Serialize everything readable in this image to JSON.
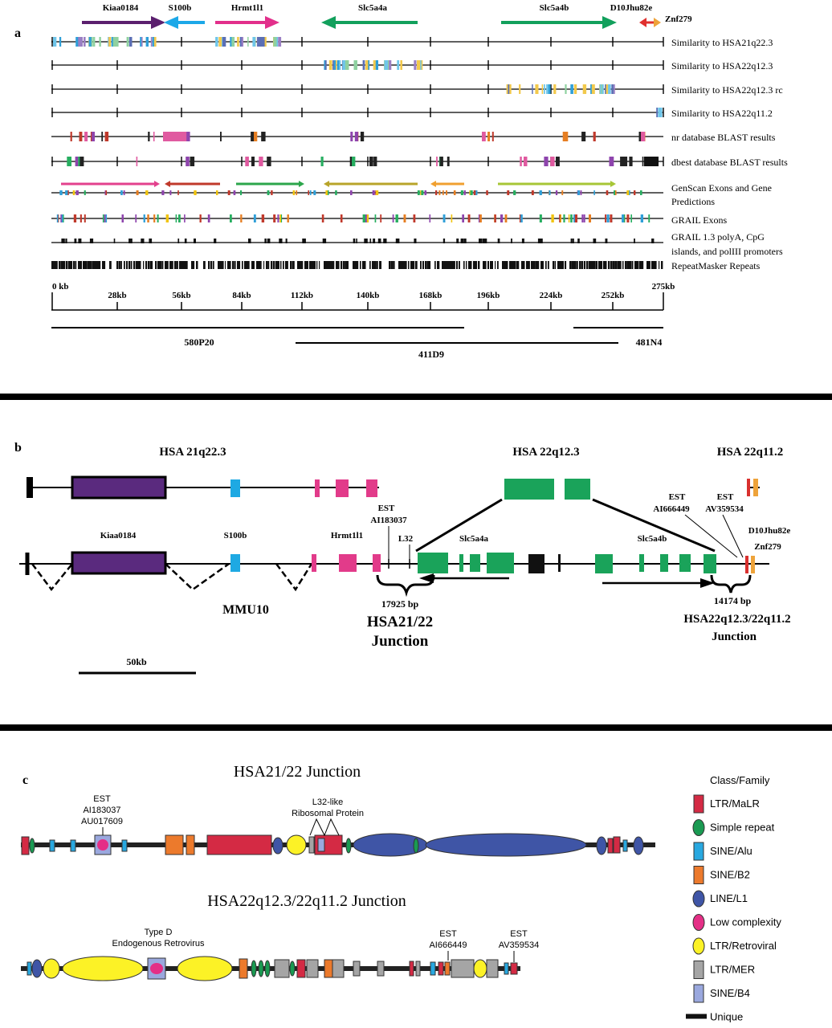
{
  "panel_a": {
    "panel_letter": "a",
    "genes": [
      "Kiaa0184",
      "S100b",
      "Hrmt1l1",
      "Slc5a4a",
      "Slc5a4b",
      "D10Jhu82e",
      "Znf279"
    ],
    "tracks": [
      "Similarity to HSA21q22.3",
      "Similarity to HSA22q12.3",
      "Similarity to HSA22q12.3 rc",
      "Similarity to HSA22q11.2",
      "nr database BLAST results",
      "dbest database BLAST results",
      "GenScan Exons and Gene",
      "Predictions",
      "GRAIL Exons",
      "GRAIL 1.3 polyA, CpG",
      "islands, and polIII promoters",
      "RepeatMasker Repeats"
    ],
    "scale_labels": [
      "0 kb",
      "28kb",
      "56kb",
      "84kb",
      "112kb",
      "140kb",
      "168kb",
      "196kb",
      "224kb",
      "252kb",
      "275kb"
    ],
    "clones": [
      "580P20",
      "411D9",
      "481N4"
    ]
  },
  "panel_b": {
    "panel_letter": "b",
    "regions": [
      "HSA 21q22.3",
      "HSA 22q12.3",
      "HSA 22q11.2"
    ],
    "genes": [
      "Kiaa0184",
      "S100b",
      "Hrmt1l1",
      "Slc5a4a",
      "Slc5a4b",
      "D10Jhu82e",
      "Znf279"
    ],
    "est_left": [
      "EST",
      "AI183037"
    ],
    "l32": "L32",
    "est_mid": [
      "EST",
      "AI666449"
    ],
    "est_right": [
      "EST",
      "AV359534"
    ],
    "mmu": "MMU10",
    "junction1_bp": "17925 bp",
    "junction1_title": [
      "HSA21/22",
      "Junction"
    ],
    "junction2_bp": "14174 bp",
    "junction2_title": [
      "HSA22q12.3/22q11.2",
      "Junction"
    ],
    "scalebar": "50kb"
  },
  "panel_c": {
    "panel_letter": "c",
    "title1": "HSA21/22 Junction",
    "title2": "HSA22q12.3/22q11.2 Junction",
    "est1": [
      "EST",
      "AI183037",
      "AU017609"
    ],
    "l32like": [
      "L32-like",
      "Ribosomal Protein"
    ],
    "typeD": [
      "Type D",
      "Endogenous Retrovirus"
    ],
    "est2": [
      "EST",
      "AI666449"
    ],
    "est3": [
      "EST",
      "AV359534"
    ],
    "legend_title": "Class/Family",
    "legend": [
      {
        "label": "LTR/MaLR",
        "shape": "rect",
        "color": "#d42a44"
      },
      {
        "label": "Simple repeat",
        "shape": "ellipse",
        "color": "#1a9a52"
      },
      {
        "label": "SINE/Alu",
        "shape": "rect",
        "color": "#28a8e0"
      },
      {
        "label": "SINE/B2",
        "shape": "rect",
        "color": "#ec7a2c"
      },
      {
        "label": "LINE/L1",
        "shape": "ellipse",
        "color": "#3f55a6"
      },
      {
        "label": "Low complexity",
        "shape": "ellipse",
        "color": "#e42f86"
      },
      {
        "label": "LTR/Retroviral",
        "shape": "ellipse",
        "color": "#fcf226"
      },
      {
        "label": "LTR/MER",
        "shape": "rect",
        "color": "#a5a5a5"
      },
      {
        "label": "SINE/B4",
        "shape": "rect",
        "color": "#9aa8de"
      },
      {
        "label": "Unique",
        "shape": "bar",
        "color": "#111111"
      }
    ]
  }
}
